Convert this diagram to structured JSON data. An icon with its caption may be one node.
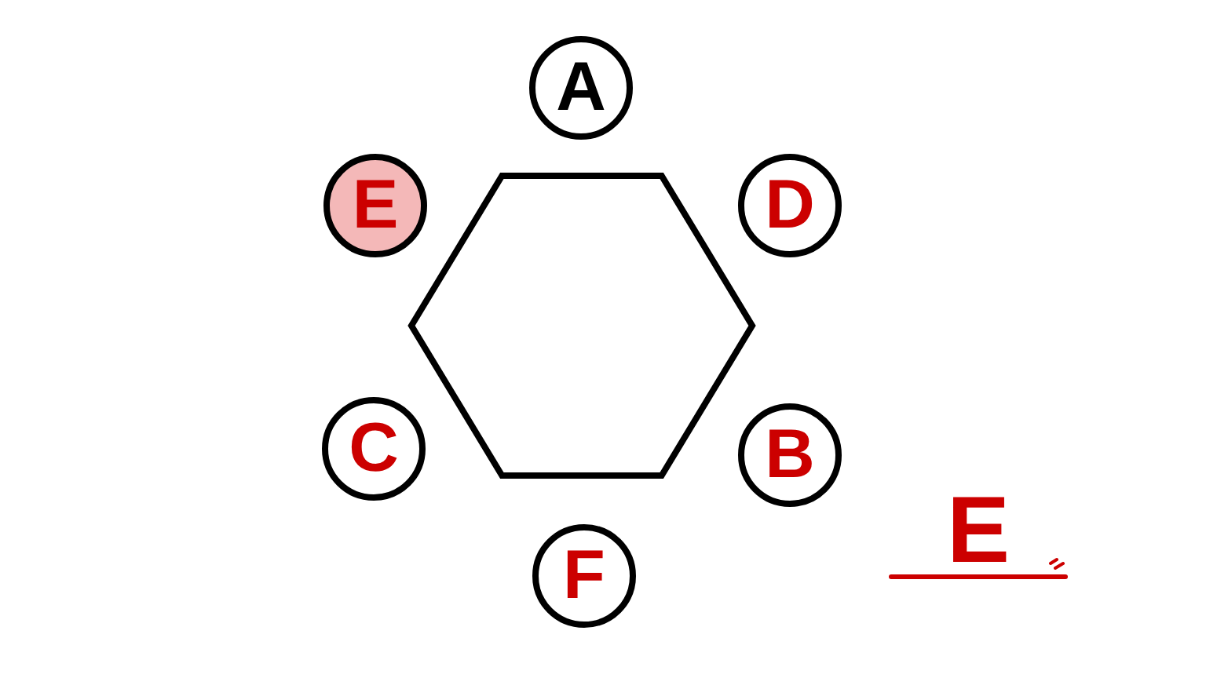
{
  "diagram": {
    "nodes": [
      {
        "text": [
          "A"
        ]
      },
      {
        "text": [
          "E"
        ]
      },
      {
        "text": [
          "D"
        ]
      },
      {
        "text": [],
        "shape": "hexagon"
      },
      {
        "text": [
          "C"
        ]
      },
      {
        "text": [
          "B"
        ]
      },
      {
        "text": [
          "F"
        ]
      }
    ],
    "labels": [
      "E"
    ]
  }
}
